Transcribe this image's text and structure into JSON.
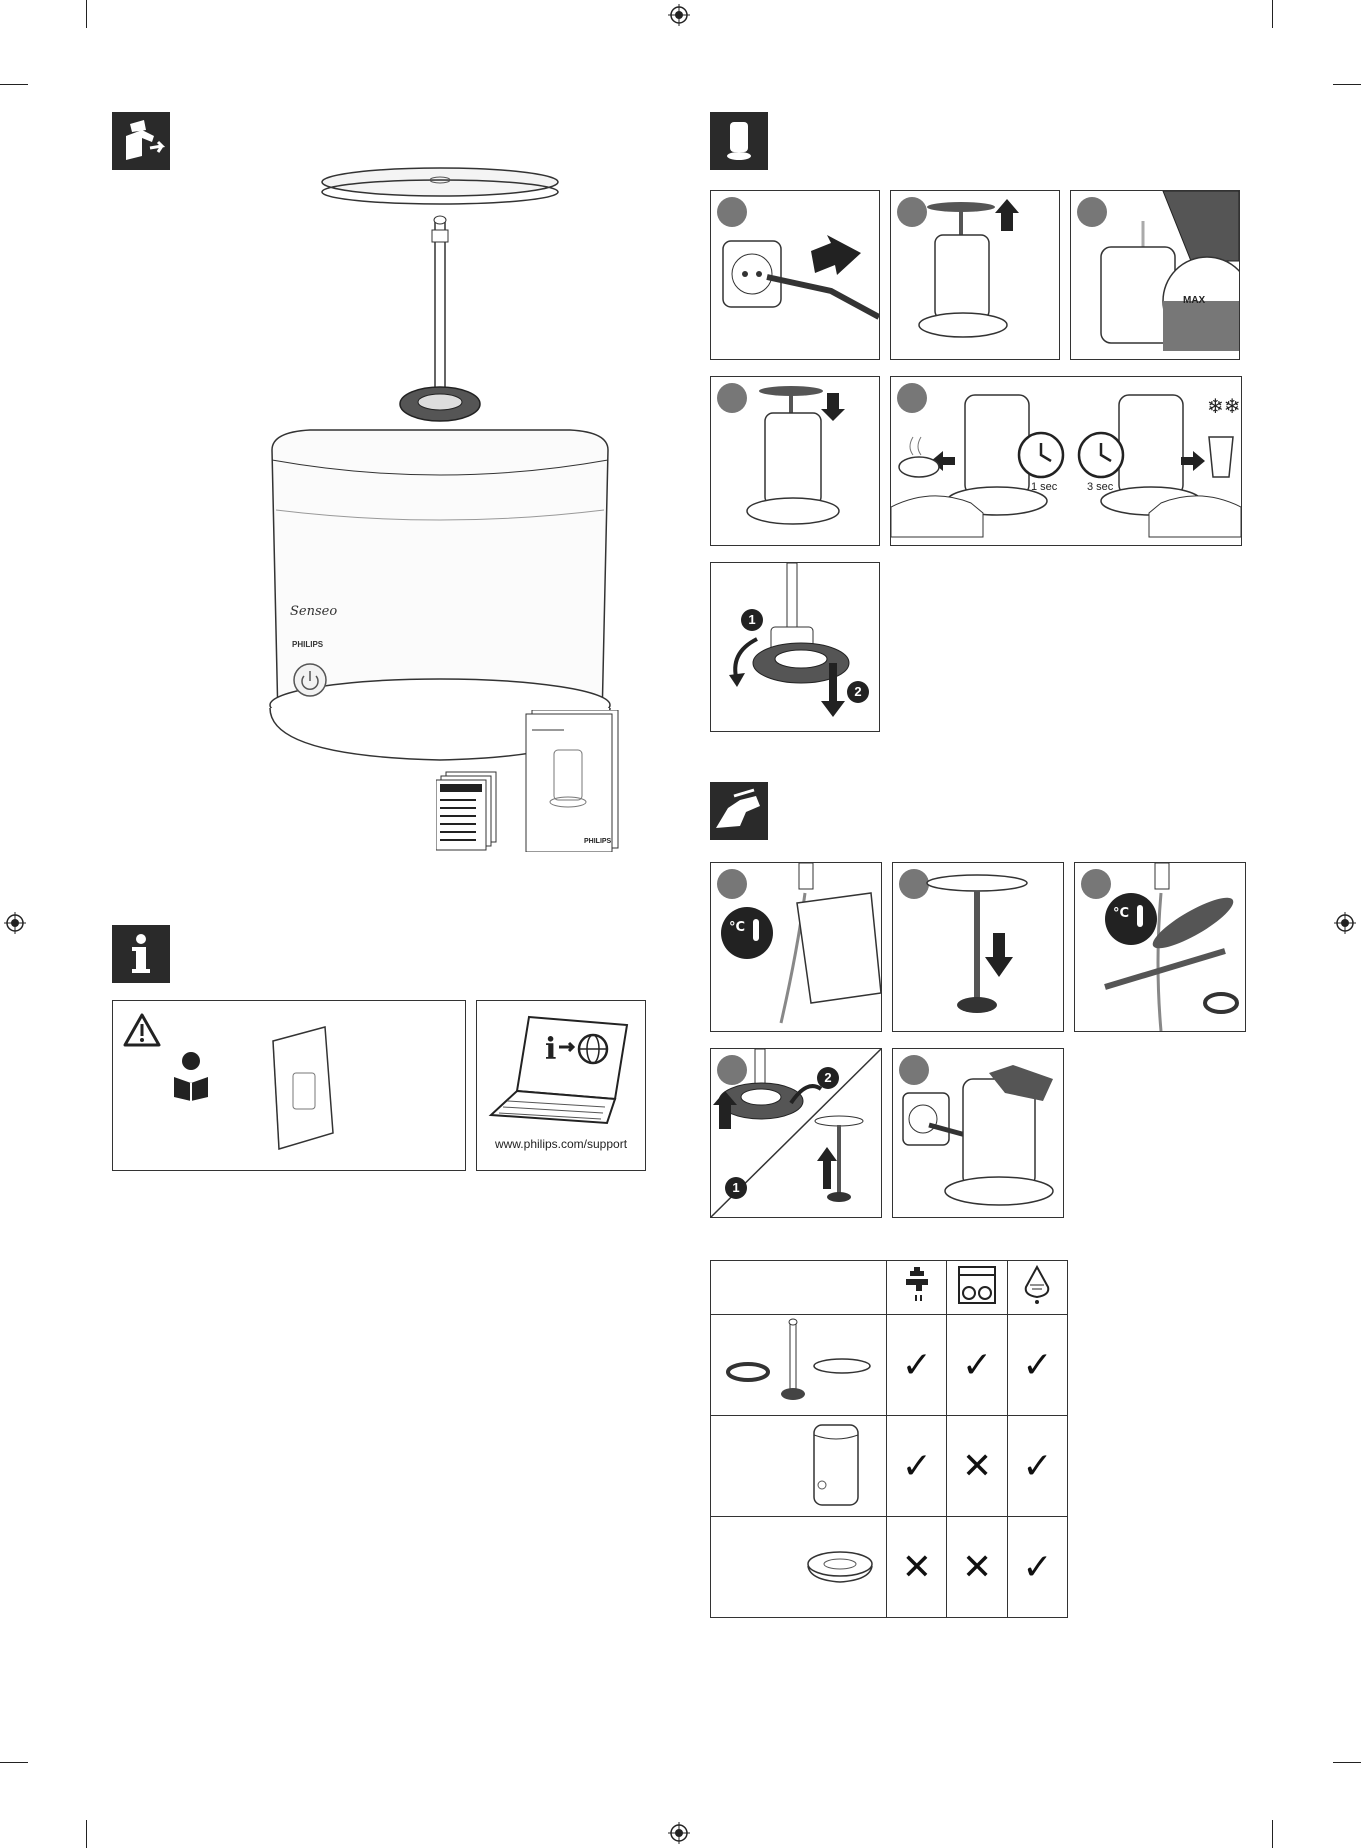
{
  "unpack_section": {
    "icon": "box-unpack-icon",
    "device_brand": "Senseo",
    "device_maker": "PHILIPS",
    "booklet_brand": "PHILIPS"
  },
  "info_section": {
    "icon": "info-icon",
    "warning_icon": "warning-triangle-icon",
    "url": "www.philips.com/support"
  },
  "use_section": {
    "icon": "milk-frother-icon",
    "max_label": "MAX",
    "short_press": "1 sec",
    "long_press": "3 sec",
    "step_badges": [
      "1",
      "2"
    ]
  },
  "clean_section": {
    "icon": "cleaning-cloth-icon",
    "step_badges": [
      "1",
      "2"
    ]
  },
  "care_table": {
    "columns": [
      "tap-water-icon",
      "dishwasher-icon",
      "wipe-cloth-icon"
    ],
    "rows": [
      {
        "part": "whisk-and-lid",
        "marks": [
          "✓",
          "✓",
          "✓"
        ]
      },
      {
        "part": "jug",
        "marks": [
          "✓",
          "✕",
          "✓"
        ]
      },
      {
        "part": "base",
        "marks": [
          "✕",
          "✕",
          "✓"
        ]
      }
    ]
  }
}
